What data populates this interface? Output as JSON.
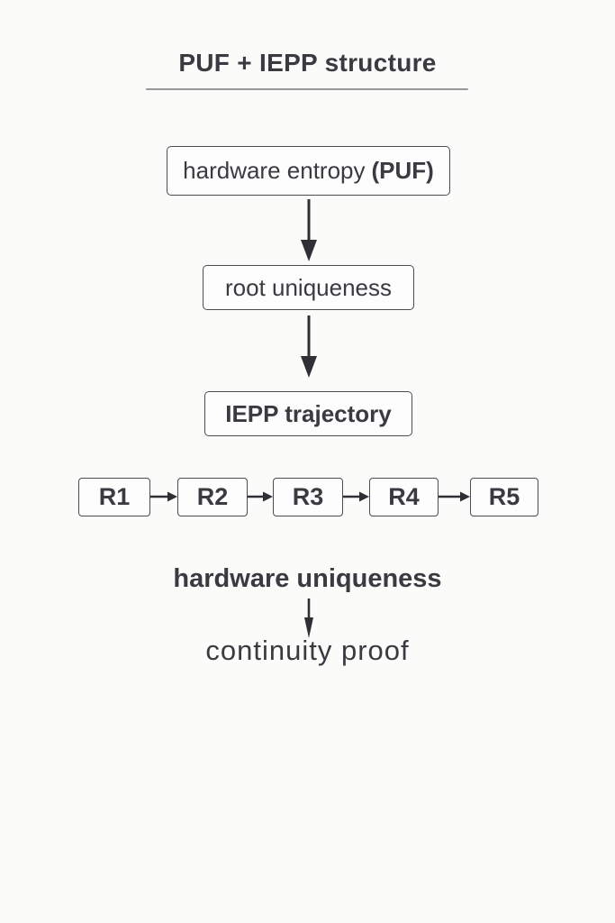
{
  "title": {
    "text": "PUF + IEPP structure"
  },
  "flow": {
    "entropy_box": {
      "label": "hardware entropy",
      "label_bold": "(PUF)"
    },
    "root_box": {
      "label": "root uniqueness"
    },
    "iepp_box": {
      "label": "IEPP trajectory"
    }
  },
  "chain": {
    "items": [
      {
        "label": "R1"
      },
      {
        "label": "R2"
      },
      {
        "label": "R3"
      },
      {
        "label": "R4"
      },
      {
        "label": "R5"
      }
    ]
  },
  "footer": {
    "line1": "hardware uniqueness",
    "line2": "continuity proof"
  },
  "colors": {
    "background": "#fbfbfa",
    "ink": "#3a3a40",
    "box_border": "#4b4b52",
    "underline": "#97979d"
  }
}
